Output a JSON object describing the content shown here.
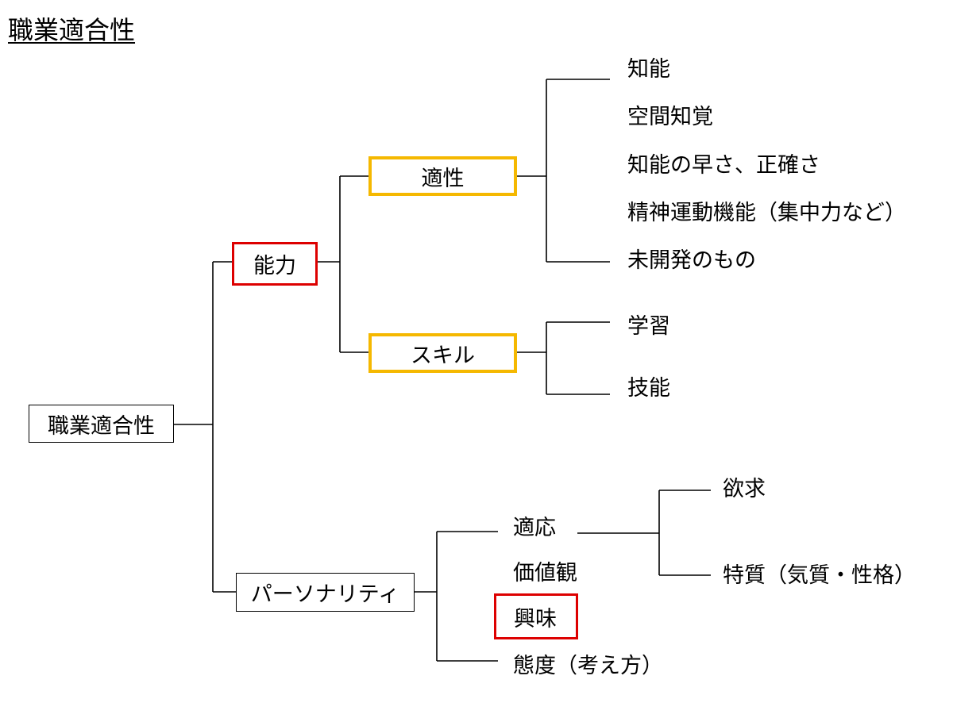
{
  "title": "職業適合性",
  "root": "職業適合性",
  "ability": {
    "label": "能力",
    "aptitude": {
      "label": "適性",
      "items": [
        "知能",
        "空間知覚",
        "知能の早さ、正確さ",
        "精神運動機能（集中力など）",
        "未開発のもの"
      ]
    },
    "skill": {
      "label": "スキル",
      "items": [
        "学習",
        "技能"
      ]
    }
  },
  "personality": {
    "label": "パーソナリティ",
    "adaptation": {
      "label": "適応",
      "items": [
        "欲求",
        "特質（気質・性格）"
      ]
    },
    "values": "価値観",
    "interest": "興味",
    "attitude": "態度（考え方）"
  },
  "colors": {
    "highlight_red": "#dd0000",
    "highlight_yellow": "#f5b800"
  }
}
